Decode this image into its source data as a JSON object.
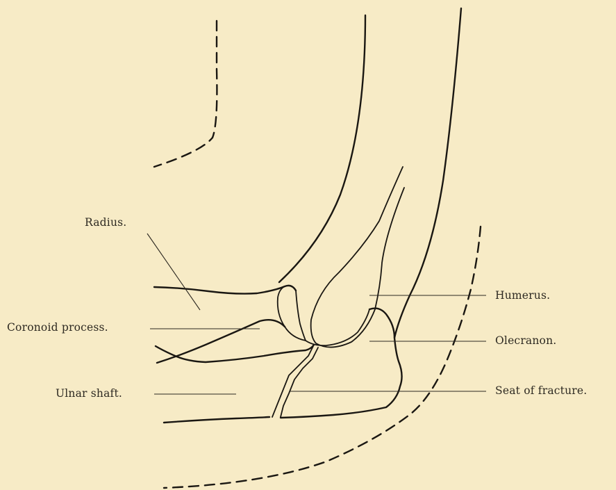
{
  "labels": {
    "radius": "Radius.",
    "coronoid": "Coronoid process.",
    "ulnar_shaft": "Ulnar shaft.",
    "humerus": "Humerus.",
    "olecranon": "Olecranon.",
    "seat_of_fracture": "Seat of fracture."
  },
  "colors": {
    "paper": "#f7ebc6",
    "ink": "#1a1712"
  }
}
